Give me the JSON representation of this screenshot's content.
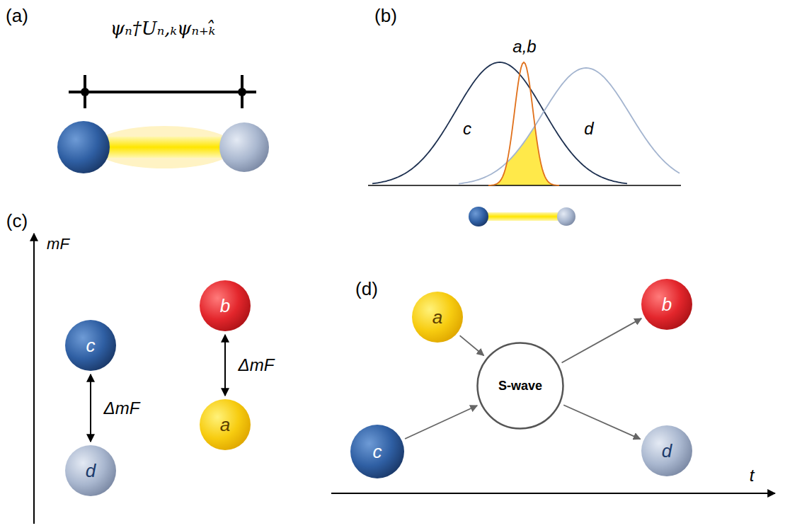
{
  "diagram": {
    "nodes": [
      {
        "text": [
          "c"
        ]
      },
      {
        "text": [
          "b"
        ]
      },
      {
        "text": [
          "a"
        ]
      },
      {
        "text": [
          "d"
        ]
      },
      {
        "text": [
          "a"
        ]
      },
      {
        "text": [
          "c"
        ]
      },
      {
        "text": [
          "S-wave"
        ]
      },
      {
        "text": [
          "b"
        ]
      },
      {
        "text": [
          "d"
        ]
      }
    ],
    "edges": [
      {
        "from": 0,
        "to": 3,
        "arrow": "both",
        "label": "ΔmF"
      },
      {
        "from": 1,
        "to": 2,
        "arrow": "both",
        "label": "ΔmF"
      },
      {
        "from": 4,
        "to": 6,
        "arrow": "to"
      },
      {
        "from": 5,
        "to": 6,
        "arrow": "to"
      },
      {
        "from": 6,
        "to": 7,
        "arrow": "to"
      },
      {
        "from": 6,
        "to": 8,
        "arrow": "to"
      }
    ],
    "labels": [
      "(a)",
      "ψₙ†Uₙ,ₖψₙ₊ₖ̂",
      "(b)",
      "c",
      "a,b",
      "d",
      "(c)",
      "mF",
      "(d)",
      "t"
    ]
  }
}
